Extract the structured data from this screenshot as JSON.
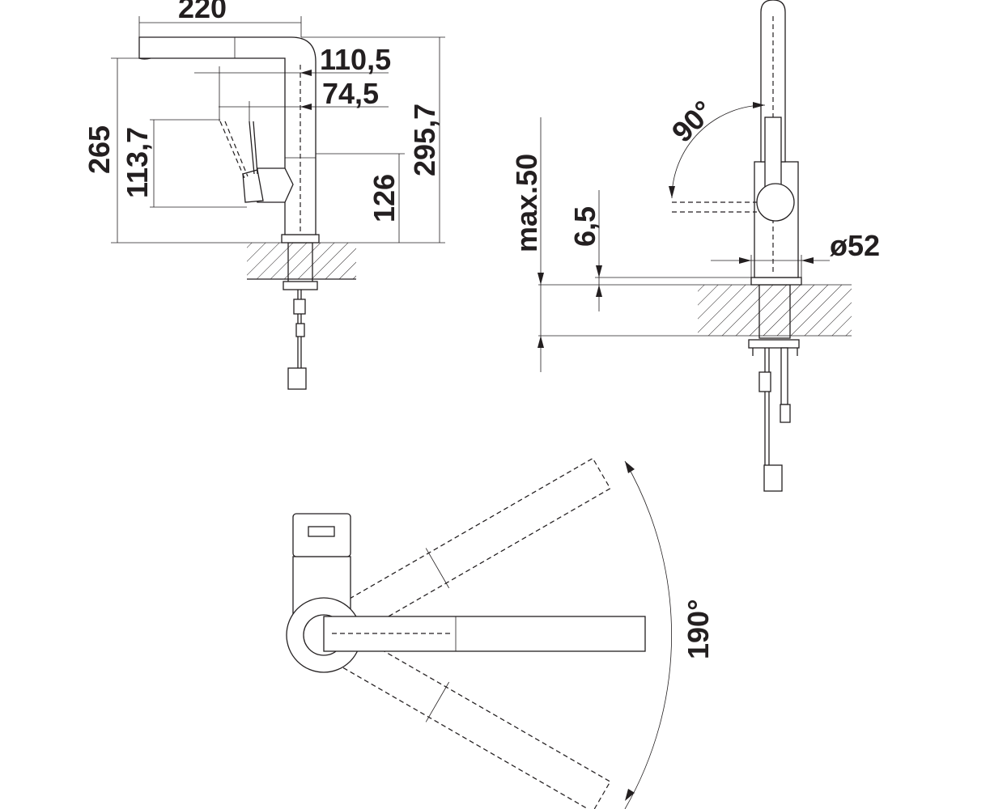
{
  "drawing": {
    "side_view": {
      "dimensions": {
        "spout_reach": "220",
        "lever_offset": "110,5",
        "handle_offset": "74,5",
        "spout_height": "265",
        "lever_height": "113,7",
        "handle_height": "126",
        "total_height": "295,7"
      }
    },
    "front_view": {
      "dimensions": {
        "countertop_thickness": "max.50",
        "base_height": "6,5",
        "base_diameter": "ø52",
        "lever_angle": "90°"
      }
    },
    "top_view": {
      "dimensions": {
        "swivel_angle": "190°"
      }
    },
    "colors": {
      "line": "#231f20",
      "background": "#ffffff"
    }
  }
}
